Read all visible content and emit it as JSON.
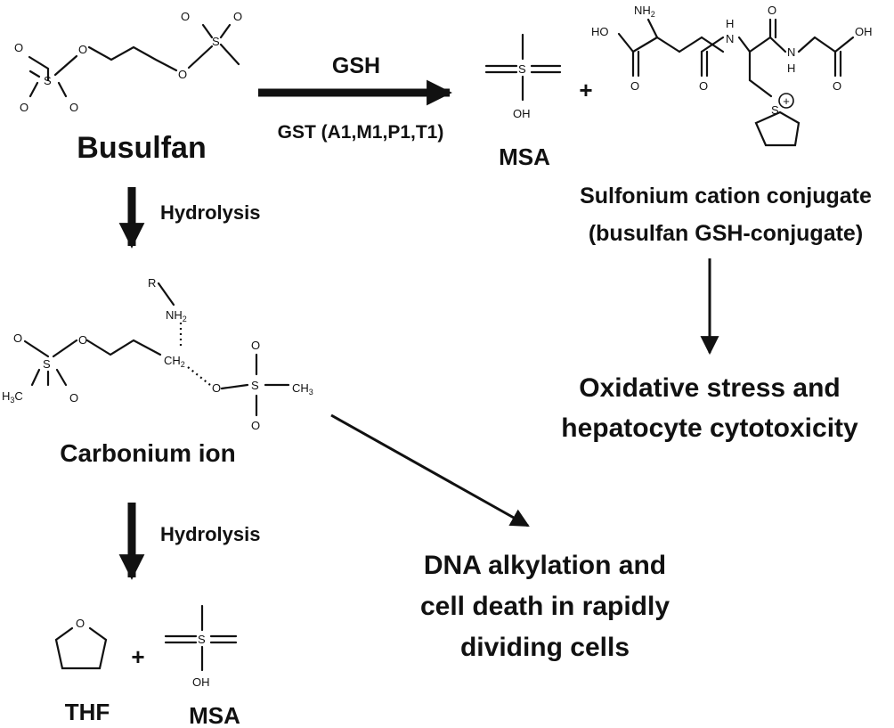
{
  "reagent_top": "GSH",
  "enzyme_top": "GST (A1,M1,P1,T1)",
  "busulfan": "Busulfan",
  "msa": "MSA",
  "plus": "+",
  "conjugate_line1": "Sulfonium cation conjugate",
  "conjugate_line2": "(busulfan GSH-conjugate)",
  "hydrolysis": "Hydrolysis",
  "carbonium": "Carbonium ion",
  "oxidative_line1": "Oxidative stress and",
  "oxidative_line2": "hepatocyte cytotoxicity",
  "dna_line1": "DNA alkylation and",
  "dna_line2": "cell death in rapidly",
  "dna_line3": "dividing cells",
  "thf": "THF",
  "atoms": {
    "o": "O",
    "s": "S",
    "oh": "OH",
    "r": "R",
    "n": "N",
    "h": "H",
    "nh2": "NH",
    "sub2": "2",
    "ch2": "CH",
    "ch3": "CH",
    "sub3": "3",
    "h3c": "H",
    "h3c_rest": "C",
    "ho": "HO",
    "plus_charge": "+"
  },
  "colors": {
    "ink": "#111111",
    "background": "#ffffff"
  }
}
